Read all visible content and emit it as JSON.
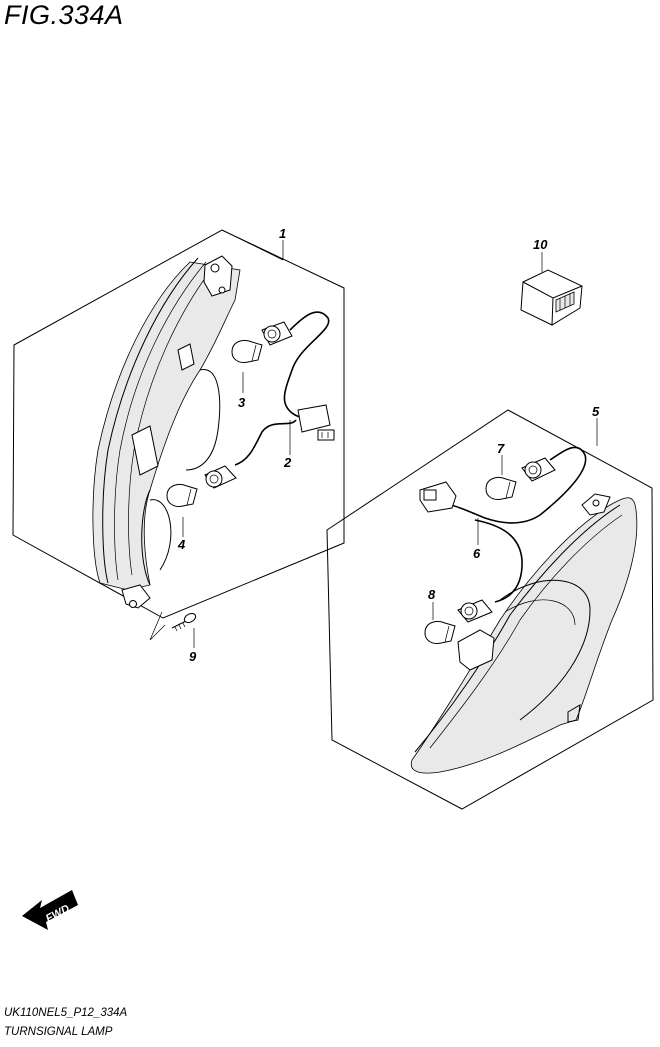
{
  "figure": {
    "title": "FIG.334A"
  },
  "callouts": {
    "p1": "1",
    "p2": "2",
    "p3": "3",
    "p4": "4",
    "p5": "5",
    "p6": "6",
    "p7": "7",
    "p8": "8",
    "p9": "9",
    "p10": "10"
  },
  "fwd_label": "FWD",
  "footer": {
    "code": "UK110NEL5_P12_334A",
    "name": "TURNSIGNAL LAMP"
  }
}
